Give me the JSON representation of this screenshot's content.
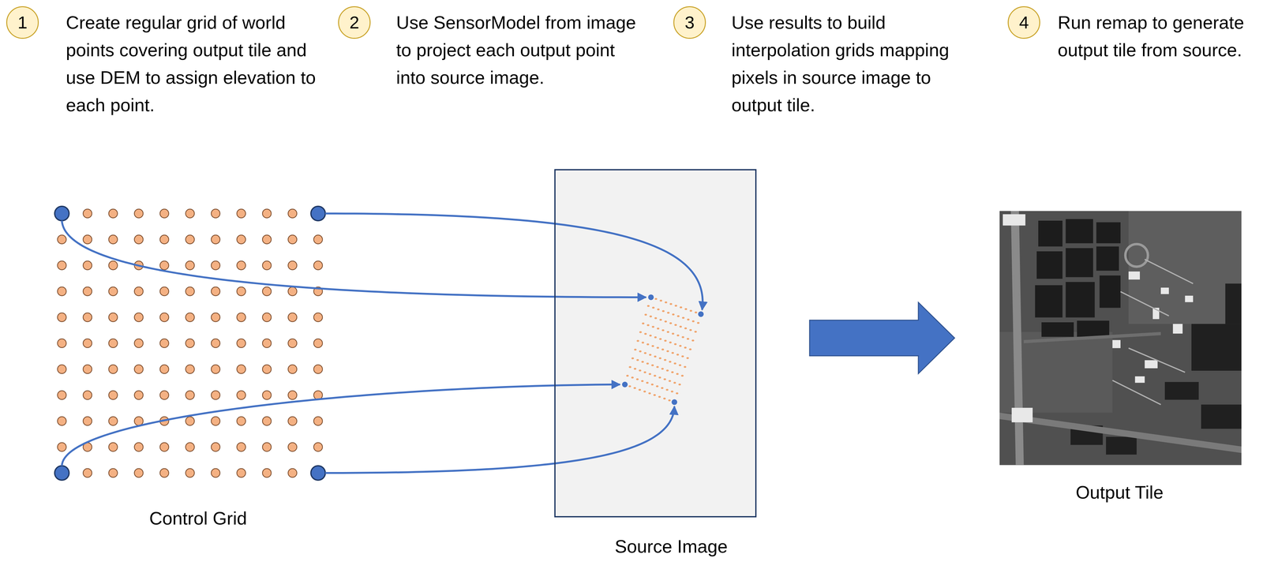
{
  "diagram": {
    "nodes": [
      {
        "text": [
          "1",
          "Create regular grid of world points covering output tile and use DEM to assign elevation to each point."
        ]
      },
      {
        "text": [
          "2",
          "Use SensorModel from image to project each output point into source image."
        ]
      },
      {
        "text": [
          "3",
          "Use results to build interpolation grids mapping pixels in source image to output tile."
        ]
      },
      {
        "text": [
          "4",
          "Run remap to generate output tile from source."
        ]
      },
      {
        "text": [
          "Control Grid"
        ]
      },
      {
        "text": [
          "Source Image"
        ]
      },
      {
        "text": [
          "Output Tile"
        ]
      }
    ],
    "edges": [
      {
        "from": 4,
        "to": 5,
        "arrow": "to"
      },
      {
        "from": 4,
        "to": 5,
        "arrow": "to"
      },
      {
        "from": 4,
        "to": 5,
        "arrow": "to"
      },
      {
        "from": 4,
        "to": 5,
        "arrow": "to"
      },
      {
        "from": 5,
        "to": 6,
        "arrow": "to"
      }
    ]
  }
}
